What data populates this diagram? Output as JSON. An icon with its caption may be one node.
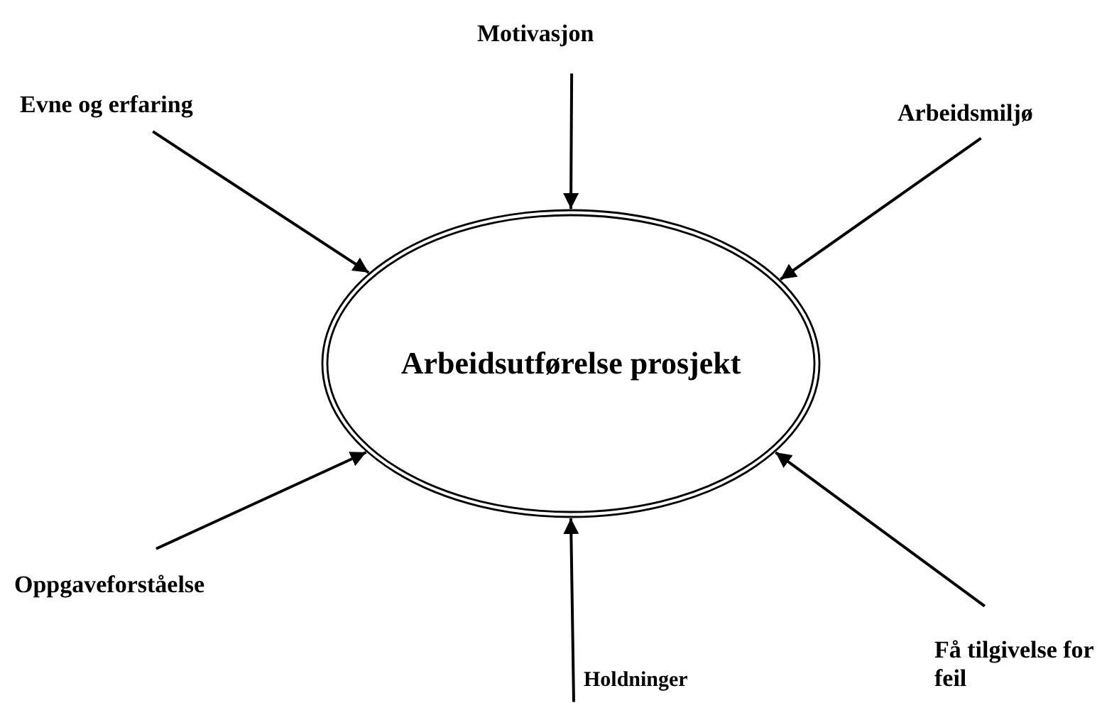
{
  "diagram": {
    "nodes": [
      {
        "text": [
          "Arbeidsutførelse prosjekt"
        ]
      },
      {
        "text": [
          "Motivasjon"
        ]
      },
      {
        "text": [
          "Evne og erfaring"
        ]
      },
      {
        "text": [
          "Arbeidsmiljø"
        ]
      },
      {
        "text": [
          "Oppgaveforståelse"
        ]
      },
      {
        "text": [
          "Holdninger"
        ]
      },
      {
        "text": [
          "Få tilgivelse for feil"
        ]
      }
    ],
    "edges": [
      {
        "from": 1,
        "to": 0,
        "arrow": "to"
      },
      {
        "from": 2,
        "to": 0,
        "arrow": "to"
      },
      {
        "from": 3,
        "to": 0,
        "arrow": "to"
      },
      {
        "from": 4,
        "to": 0,
        "arrow": "to"
      },
      {
        "from": 5,
        "to": 0,
        "arrow": "to"
      },
      {
        "from": 6,
        "to": 0,
        "arrow": "to"
      }
    ]
  }
}
